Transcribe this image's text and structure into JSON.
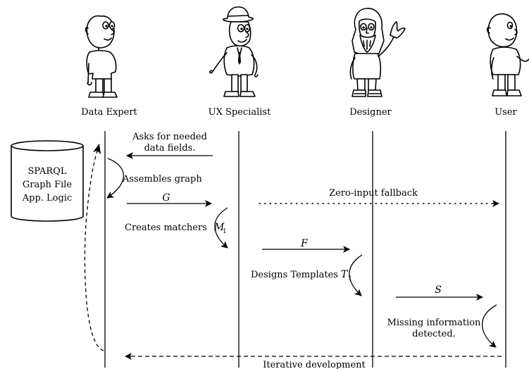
{
  "actors": [
    {
      "id": "data-expert",
      "label": "Data Expert"
    },
    {
      "id": "ux-specialist",
      "label": "UX Specialist"
    },
    {
      "id": "designer",
      "label": "Designer"
    },
    {
      "id": "user",
      "label": "User"
    }
  ],
  "database": {
    "lines": [
      "SPARQL",
      "Graph File",
      "App. Logic"
    ]
  },
  "messages": {
    "asks_line1": "Asks for needed",
    "asks_line2": "data fields.",
    "assembles": "Assembles graph",
    "g_label": "G",
    "zero_input": "Zero-input fallback",
    "creates_matchers": "Creates matchers",
    "m_label": "M",
    "m_sub": "1",
    "f_label": "F",
    "designs_templates": "Designs Templates",
    "t_label": "T",
    "t_sub": "1",
    "s_label": "S",
    "missing_line1": "Missing information",
    "missing_line2": "detected.",
    "iterative": "Iterative development"
  }
}
